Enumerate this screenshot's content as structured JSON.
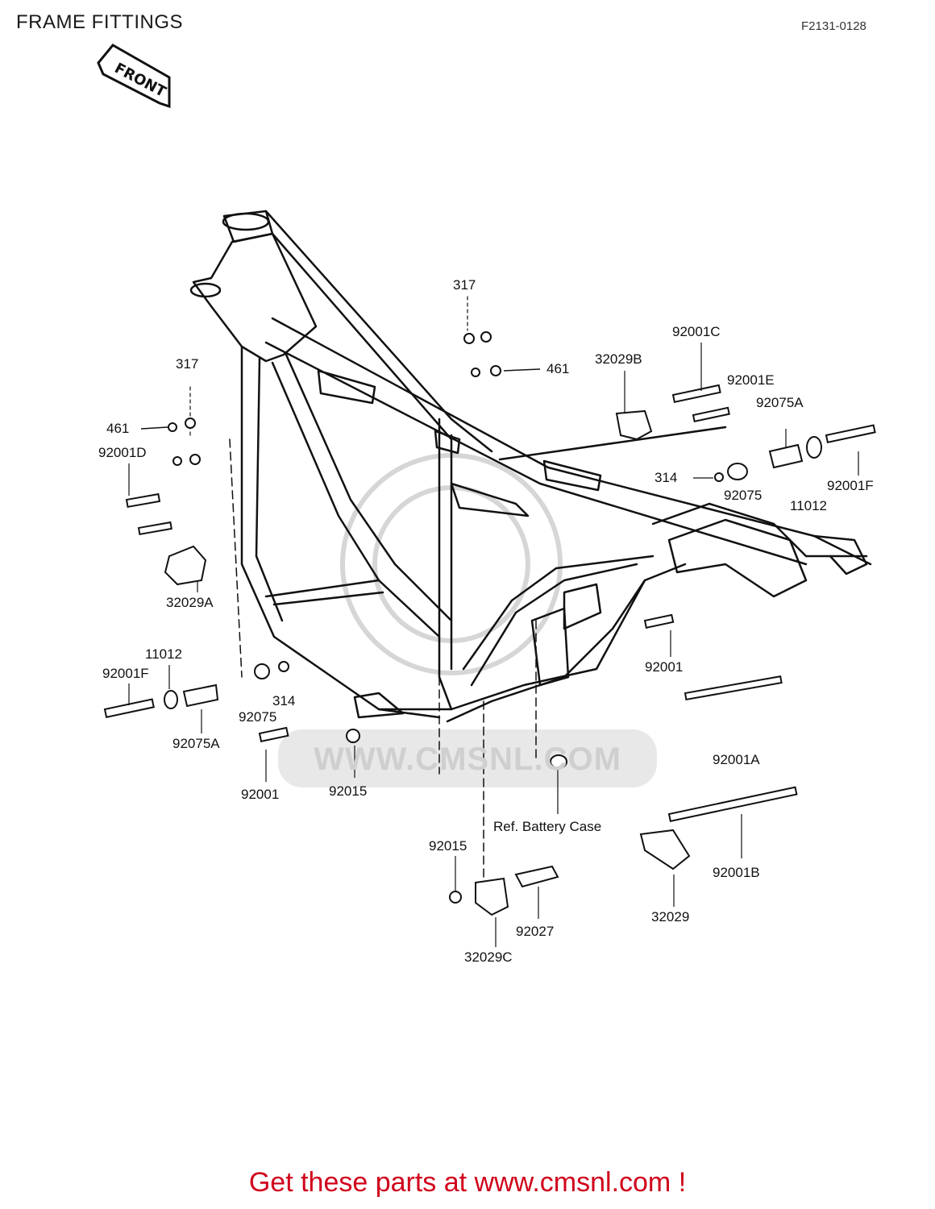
{
  "header": {
    "title": "FRAME FITTINGS",
    "diagram_code": "F2131-0128",
    "front_arrow_label": "FRONT"
  },
  "watermark": {
    "text": "WWW.CMSNL.COM"
  },
  "parts": {
    "p317_top": "317",
    "p461_top": "461",
    "p32029b": "32029B",
    "p92001c": "92001C",
    "p92001e": "92001E",
    "p92075a_right": "92075A",
    "p314_right": "314",
    "p92075_right": "92075",
    "p11012_right": "11012",
    "p92001f_right": "92001F",
    "p317_left": "317",
    "p461_left": "461",
    "p92001d": "92001D",
    "p32029a": "32029A",
    "p11012_left": "11012",
    "p92001f_left": "92001F",
    "p314_left": "314",
    "p92075_left": "92075",
    "p92075a_left": "92075A",
    "p92001_left": "92001",
    "p92015_mid": "92015",
    "p92001_right": "92001",
    "p92001a": "92001A",
    "battery_ref": "Ref. Battery Case",
    "p92015_low": "92015",
    "p92027": "92027",
    "p32029c": "32029C",
    "p32029": "32029",
    "p92001b": "92001B"
  },
  "footer": {
    "cta": "Get these parts at www.cmsnl.com !"
  }
}
